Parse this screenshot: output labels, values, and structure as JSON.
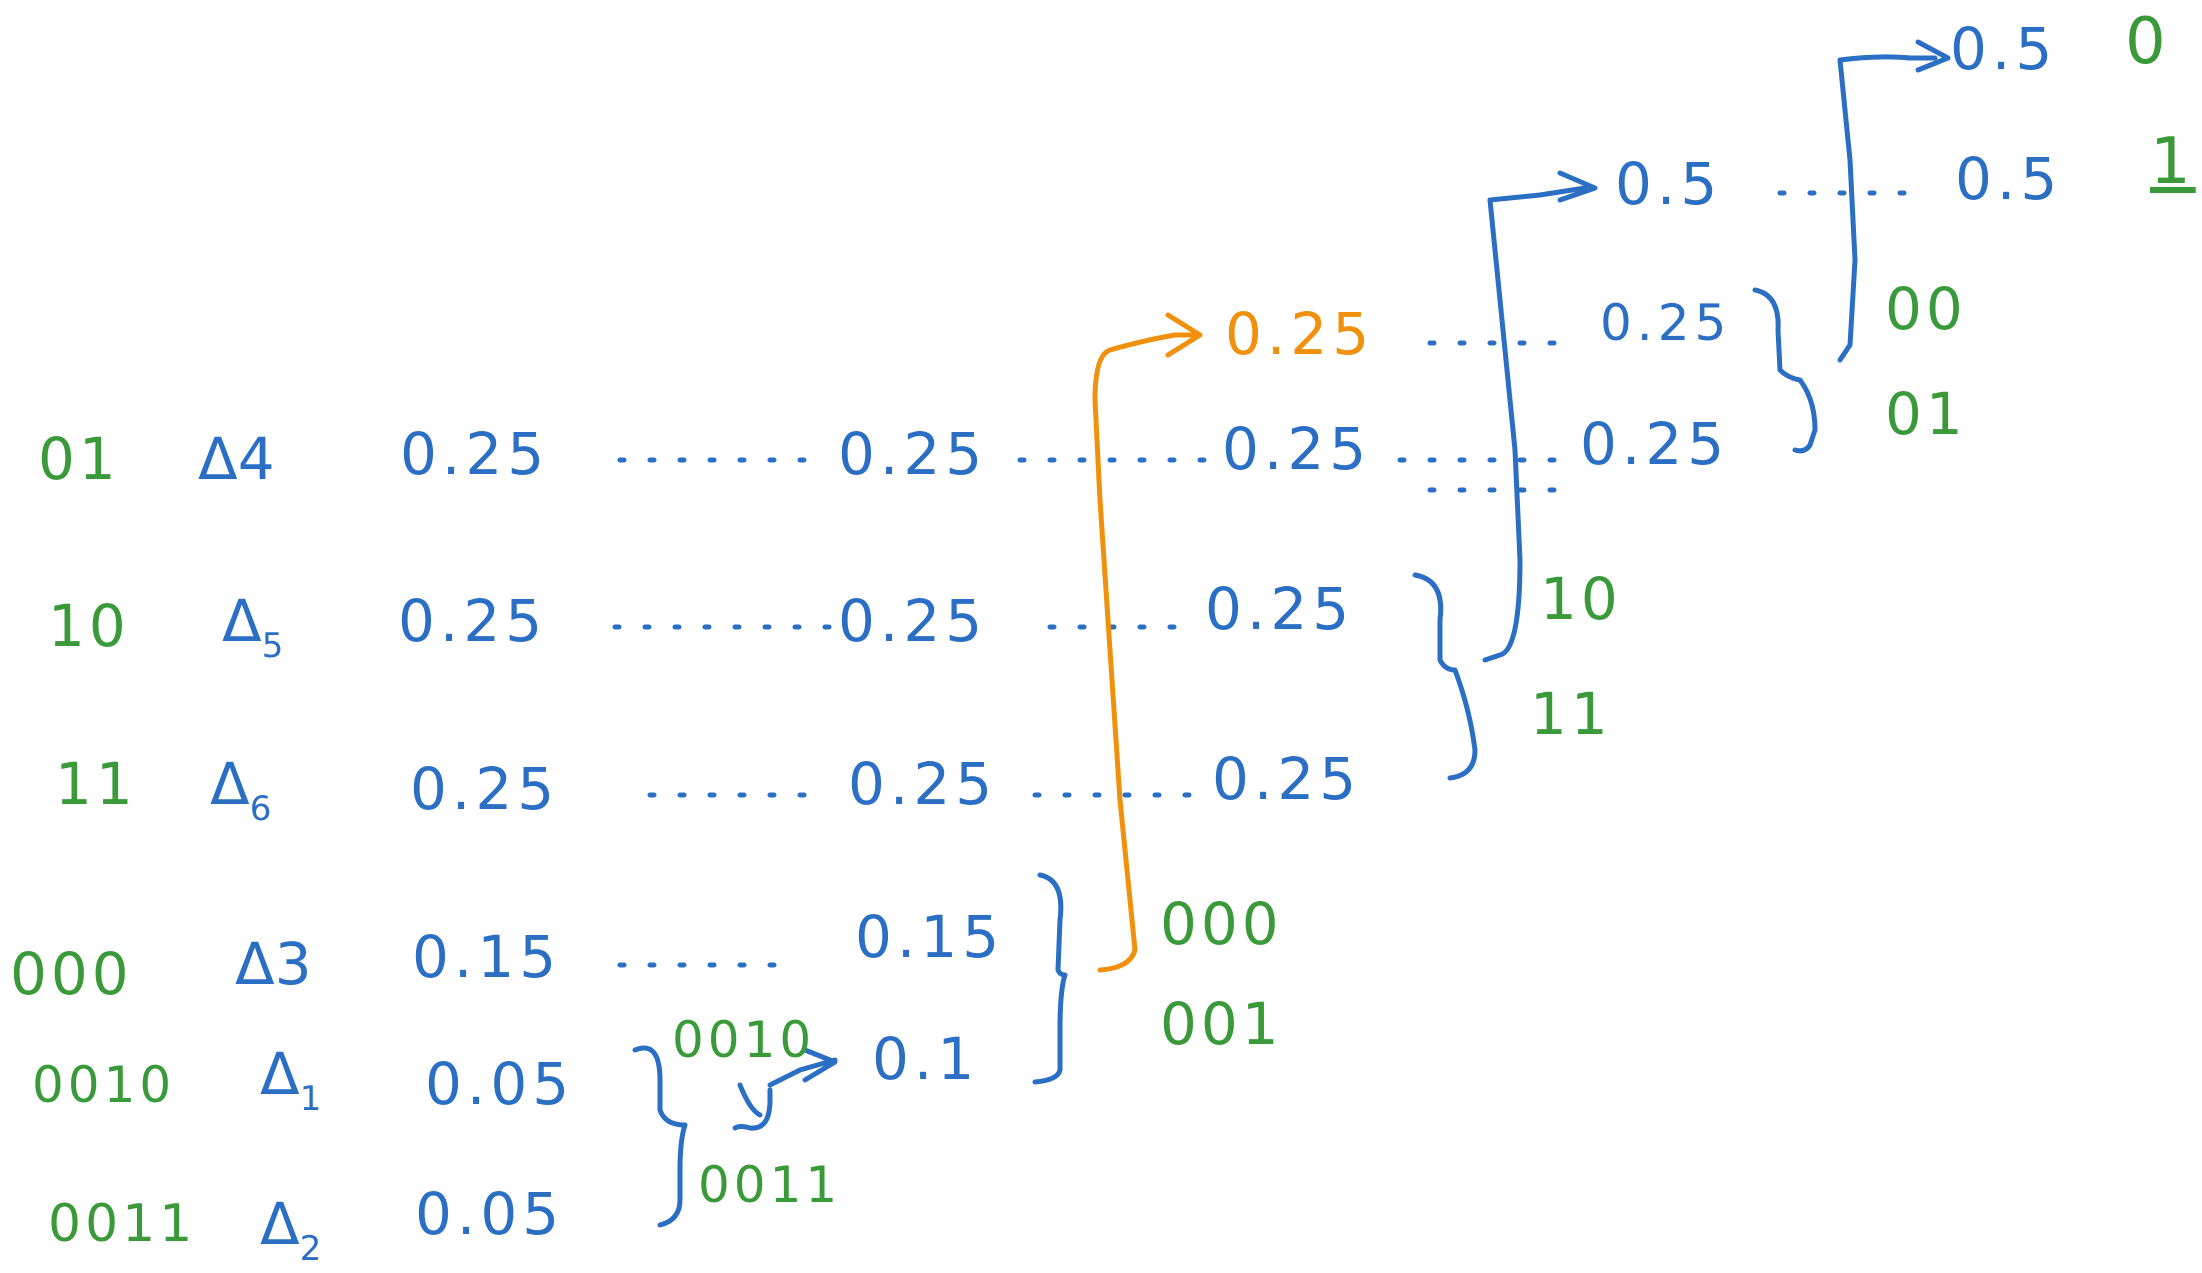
{
  "colors": {
    "blue": "#2b6fc4",
    "green": "#3a9a3a",
    "orange": "#f0900c"
  },
  "rows": [
    {
      "code": "01",
      "symbol": "Δ",
      "subscript": "4",
      "p": "0.25"
    },
    {
      "code": "10",
      "symbol": "Δ",
      "subscript": "5",
      "p": "0.25"
    },
    {
      "code": "11",
      "symbol": "Δ",
      "subscript": "6",
      "p": "0.25"
    },
    {
      "code": "000",
      "symbol": "Δ",
      "subscript": "3",
      "p": "0.15"
    },
    {
      "code": "0010",
      "symbol": "Δ",
      "subscript": "1",
      "p": "0.05"
    },
    {
      "code": "0011",
      "symbol": "Δ",
      "subscript": "2",
      "p": "0.05"
    }
  ],
  "stage1": {
    "values": [
      "0.25",
      "0.25",
      "0.25",
      "0.15",
      "0.1"
    ],
    "merge_labels": [
      "0010",
      "0011"
    ]
  },
  "stage2": {
    "values": [
      "0.25",
      "0.25",
      "0.25",
      "0.25"
    ],
    "merge_labels": [
      "000",
      "001"
    ]
  },
  "stage3": {
    "values": [
      "0.5",
      "0.25",
      "0.25"
    ],
    "merge_labels": [
      "10",
      "11"
    ]
  },
  "stage4": {
    "values": [
      "0.5",
      "0.5"
    ],
    "merge_labels": [
      "00",
      "01"
    ]
  },
  "final_labels": [
    "0",
    "1"
  ]
}
